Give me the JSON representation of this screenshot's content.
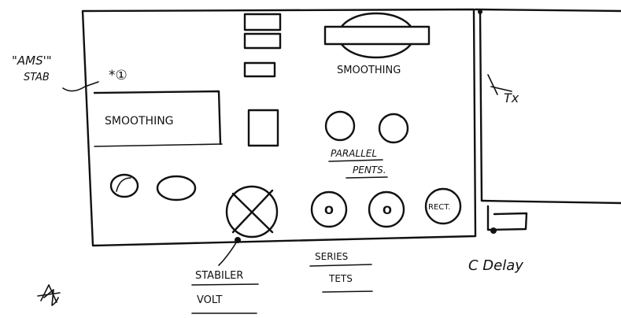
{
  "labels": {
    "ams_stab_line1": "\"AMS'\"",
    "ams_stab_line2": "STAB",
    "ams_marker": "*①",
    "smoothing_left": "SMOOTHING",
    "smoothing_top": "SMOOTHING",
    "parallel_line1": "PARALLEL",
    "parallel_line2": "PENTS.",
    "rect": "RECT.",
    "tx": "Tx",
    "stabiler": "STABILER",
    "volt": "VOLT",
    "series_line1": "SERIES",
    "series_line2": "TETS",
    "delay": "C Delay",
    "knob_mark_1": "O",
    "knob_mark_2": "O"
  }
}
